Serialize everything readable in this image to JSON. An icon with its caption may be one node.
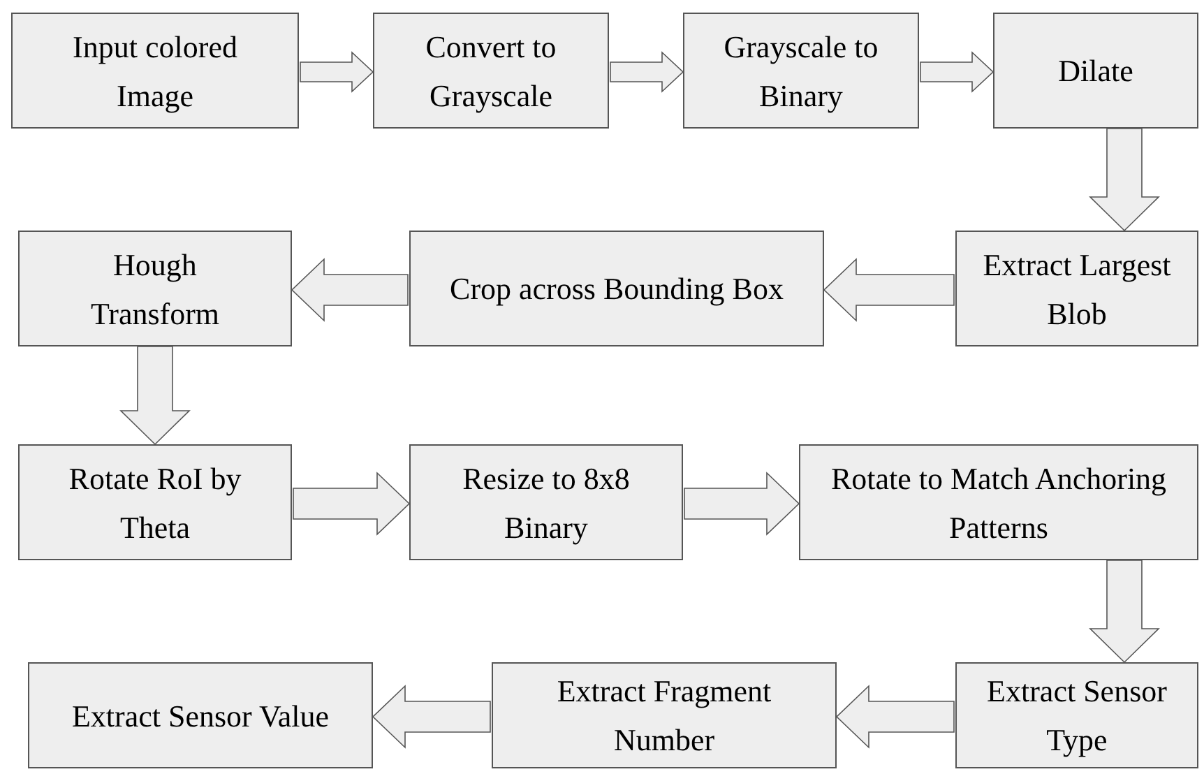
{
  "diagram": {
    "nodes": [
      {
        "text": [
          "Input colored Image"
        ]
      },
      {
        "text": [
          "Convert to Grayscale"
        ]
      },
      {
        "text": [
          "Grayscale to Binary"
        ]
      },
      {
        "text": [
          "Dilate"
        ]
      },
      {
        "text": [
          "Hough Transform"
        ]
      },
      {
        "text": [
          "Crop across Bounding Box"
        ]
      },
      {
        "text": [
          "Extract Largest Blob"
        ]
      },
      {
        "text": [
          "Rotate RoI by Theta"
        ]
      },
      {
        "text": [
          "Resize to 8x8 Binary"
        ]
      },
      {
        "text": [
          "Rotate to Match Anchoring Patterns"
        ]
      },
      {
        "text": [
          "Extract Sensor Value"
        ]
      },
      {
        "text": [
          "Extract Fragment Number"
        ]
      },
      {
        "text": [
          "Extract Sensor Type"
        ]
      }
    ],
    "edges": [
      {
        "from": 0,
        "to": 1,
        "arrow": "to"
      },
      {
        "from": 1,
        "to": 2,
        "arrow": "to"
      },
      {
        "from": 2,
        "to": 3,
        "arrow": "to"
      },
      {
        "from": 3,
        "to": 6,
        "arrow": "to"
      },
      {
        "from": 6,
        "to": 5,
        "arrow": "to"
      },
      {
        "from": 5,
        "to": 4,
        "arrow": "to"
      },
      {
        "from": 4,
        "to": 7,
        "arrow": "to"
      },
      {
        "from": 7,
        "to": 8,
        "arrow": "to"
      },
      {
        "from": 8,
        "to": 9,
        "arrow": "to"
      },
      {
        "from": 9,
        "to": 12,
        "arrow": "to"
      },
      {
        "from": 12,
        "to": 11,
        "arrow": "to"
      },
      {
        "from": 11,
        "to": 10,
        "arrow": "to"
      }
    ]
  }
}
